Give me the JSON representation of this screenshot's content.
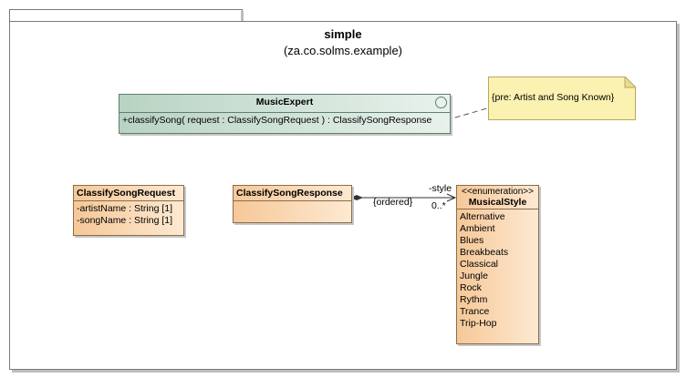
{
  "package": {
    "name": "simple",
    "namespace": "(za.co.solms.example)"
  },
  "music_expert": {
    "name": "MusicExpert",
    "operation": "+classifySong( request : ClassifySongRequest ) : ClassifySongResponse"
  },
  "note": {
    "text": "{pre: Artist and Song Known}"
  },
  "classify_song_request": {
    "name": "ClassifySongRequest",
    "attributes": [
      "-artistName : String [1]",
      "-songName : String [1]"
    ]
  },
  "classify_song_response": {
    "name": "ClassifySongResponse"
  },
  "association": {
    "role": "-style",
    "constraint": "{ordered}",
    "multiplicity": "0..*"
  },
  "musical_style": {
    "stereotype": "<<enumeration>>",
    "name": "MusicalStyle",
    "literals": [
      "Alternative",
      "Ambient",
      "Blues",
      "Breakbeats",
      "Classical",
      "Jungle",
      "Rock",
      "Rythm",
      "Trance",
      "Trip-Hop"
    ]
  },
  "colors": {
    "control_class": "#b8d3c3",
    "entity_class": "#f6c898",
    "note": "#fbf1b0"
  }
}
